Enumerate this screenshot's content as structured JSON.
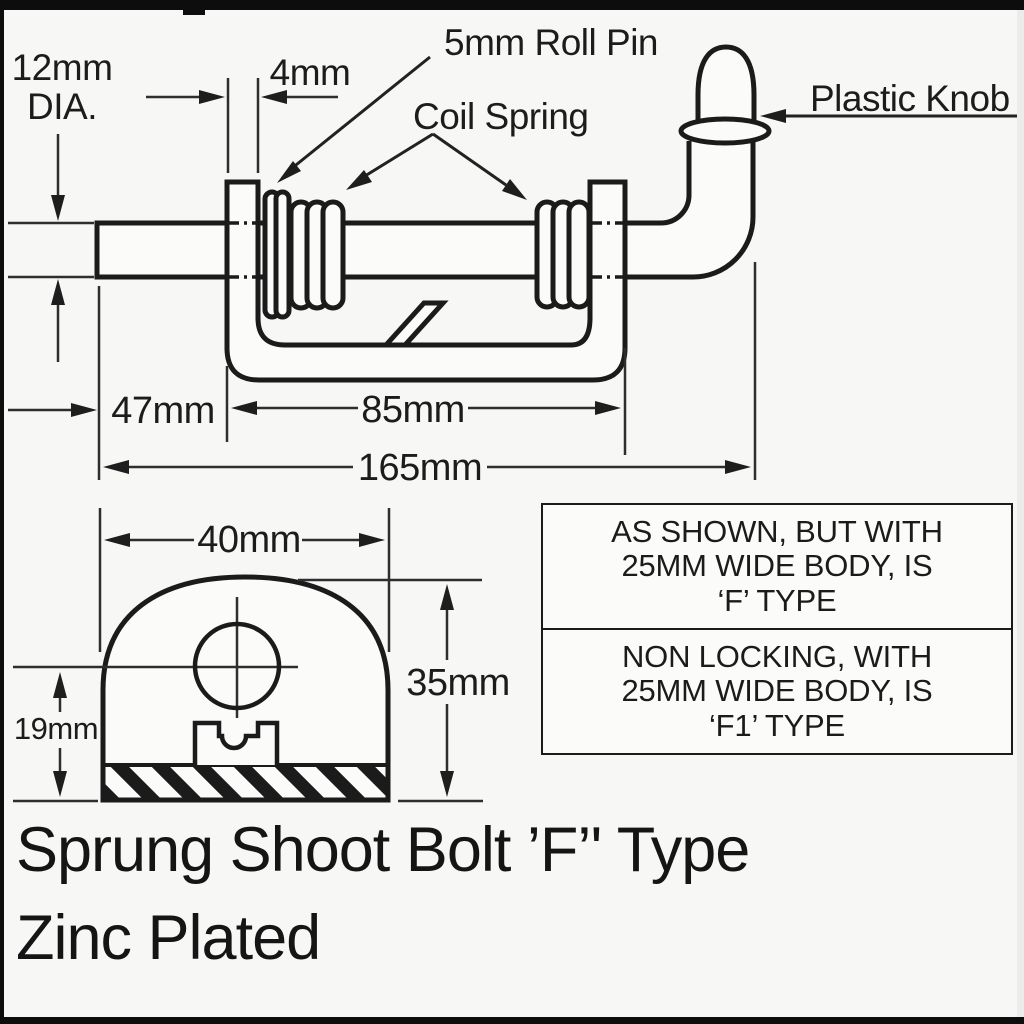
{
  "page": {
    "background": "#f7f7f6",
    "line_color": "#1b1b1b"
  },
  "labels": {
    "dia1": "12mm",
    "dia2": "DIA.",
    "wall": "4mm",
    "roll_pin": "5mm Roll Pin",
    "coil_spring": "Coil Spring",
    "plastic_knob": "Plastic Knob",
    "dim47": "47mm",
    "dim85": "85mm",
    "dim165": "165mm",
    "dim40": "40mm",
    "dim35": "35mm",
    "dim19": "19mm"
  },
  "info_box": {
    "row1": [
      "AS SHOWN, BUT WITH",
      "25MM WIDE BODY, IS",
      "‘F’ TYPE"
    ],
    "row2": [
      "NON LOCKING, WITH",
      "25MM WIDE BODY, IS",
      "‘F1’ TYPE"
    ]
  },
  "title": {
    "line1": "Sprung Shoot Bolt ’F’' Type",
    "line2": "Zinc Plated"
  }
}
